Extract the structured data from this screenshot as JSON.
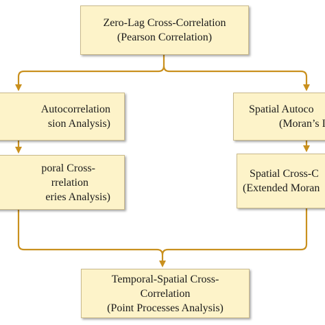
{
  "colors": {
    "box_fill": "#fdf3c9",
    "box_border": "#c9b98a",
    "connector": "#c9901e"
  },
  "nodes": {
    "top": {
      "line1": "Zero-Lag Cross-Correlation",
      "line2": "(Pearson Correlation)"
    },
    "left_autocorrelation": {
      "line1": "Autocorrelation",
      "line2": "sion Analysis)"
    },
    "right_autocorrelation": {
      "line1": "Spatial Autoco",
      "line2": "(Moran’s I"
    },
    "left_cross": {
      "line1": "poral Cross-",
      "line2": "rrelation",
      "line3": "eries Analysis)"
    },
    "right_cross": {
      "line1": "Spatial Cross-C",
      "line2": "(Extended Moran"
    },
    "bottom": {
      "line1": "Temporal-Spatial Cross-",
      "line2": "Correlation",
      "line3": "(Point Processes Analysis)"
    }
  }
}
